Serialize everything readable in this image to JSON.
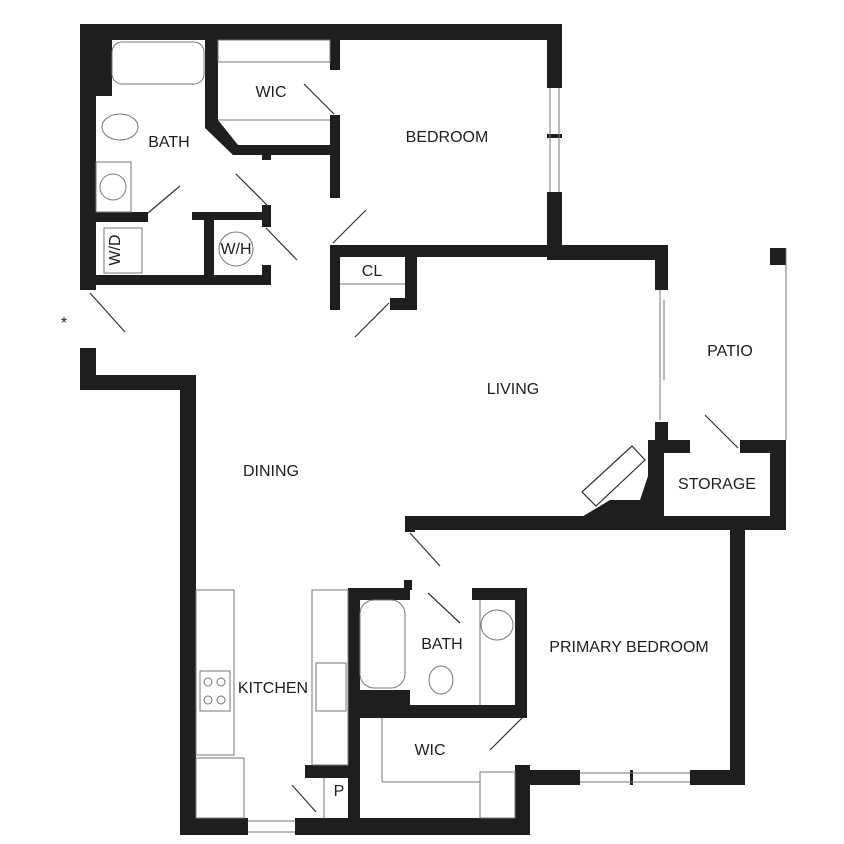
{
  "plan": {
    "wall_color": "#1e1e1e",
    "entry_marker": "*",
    "rooms": {
      "bath_upper": "BATH",
      "wic_upper": "WIC",
      "bedroom": "BEDROOM",
      "wd": "W/D",
      "wh": "W/H",
      "closet": "CL",
      "patio": "PATIO",
      "living": "LIVING",
      "dining": "DINING",
      "storage": "STORAGE",
      "bath_primary": "BATH",
      "primary_bedroom": "PRIMARY BEDROOM",
      "kitchen": "KITCHEN",
      "wic_primary": "WIC",
      "pantry": "P"
    }
  }
}
